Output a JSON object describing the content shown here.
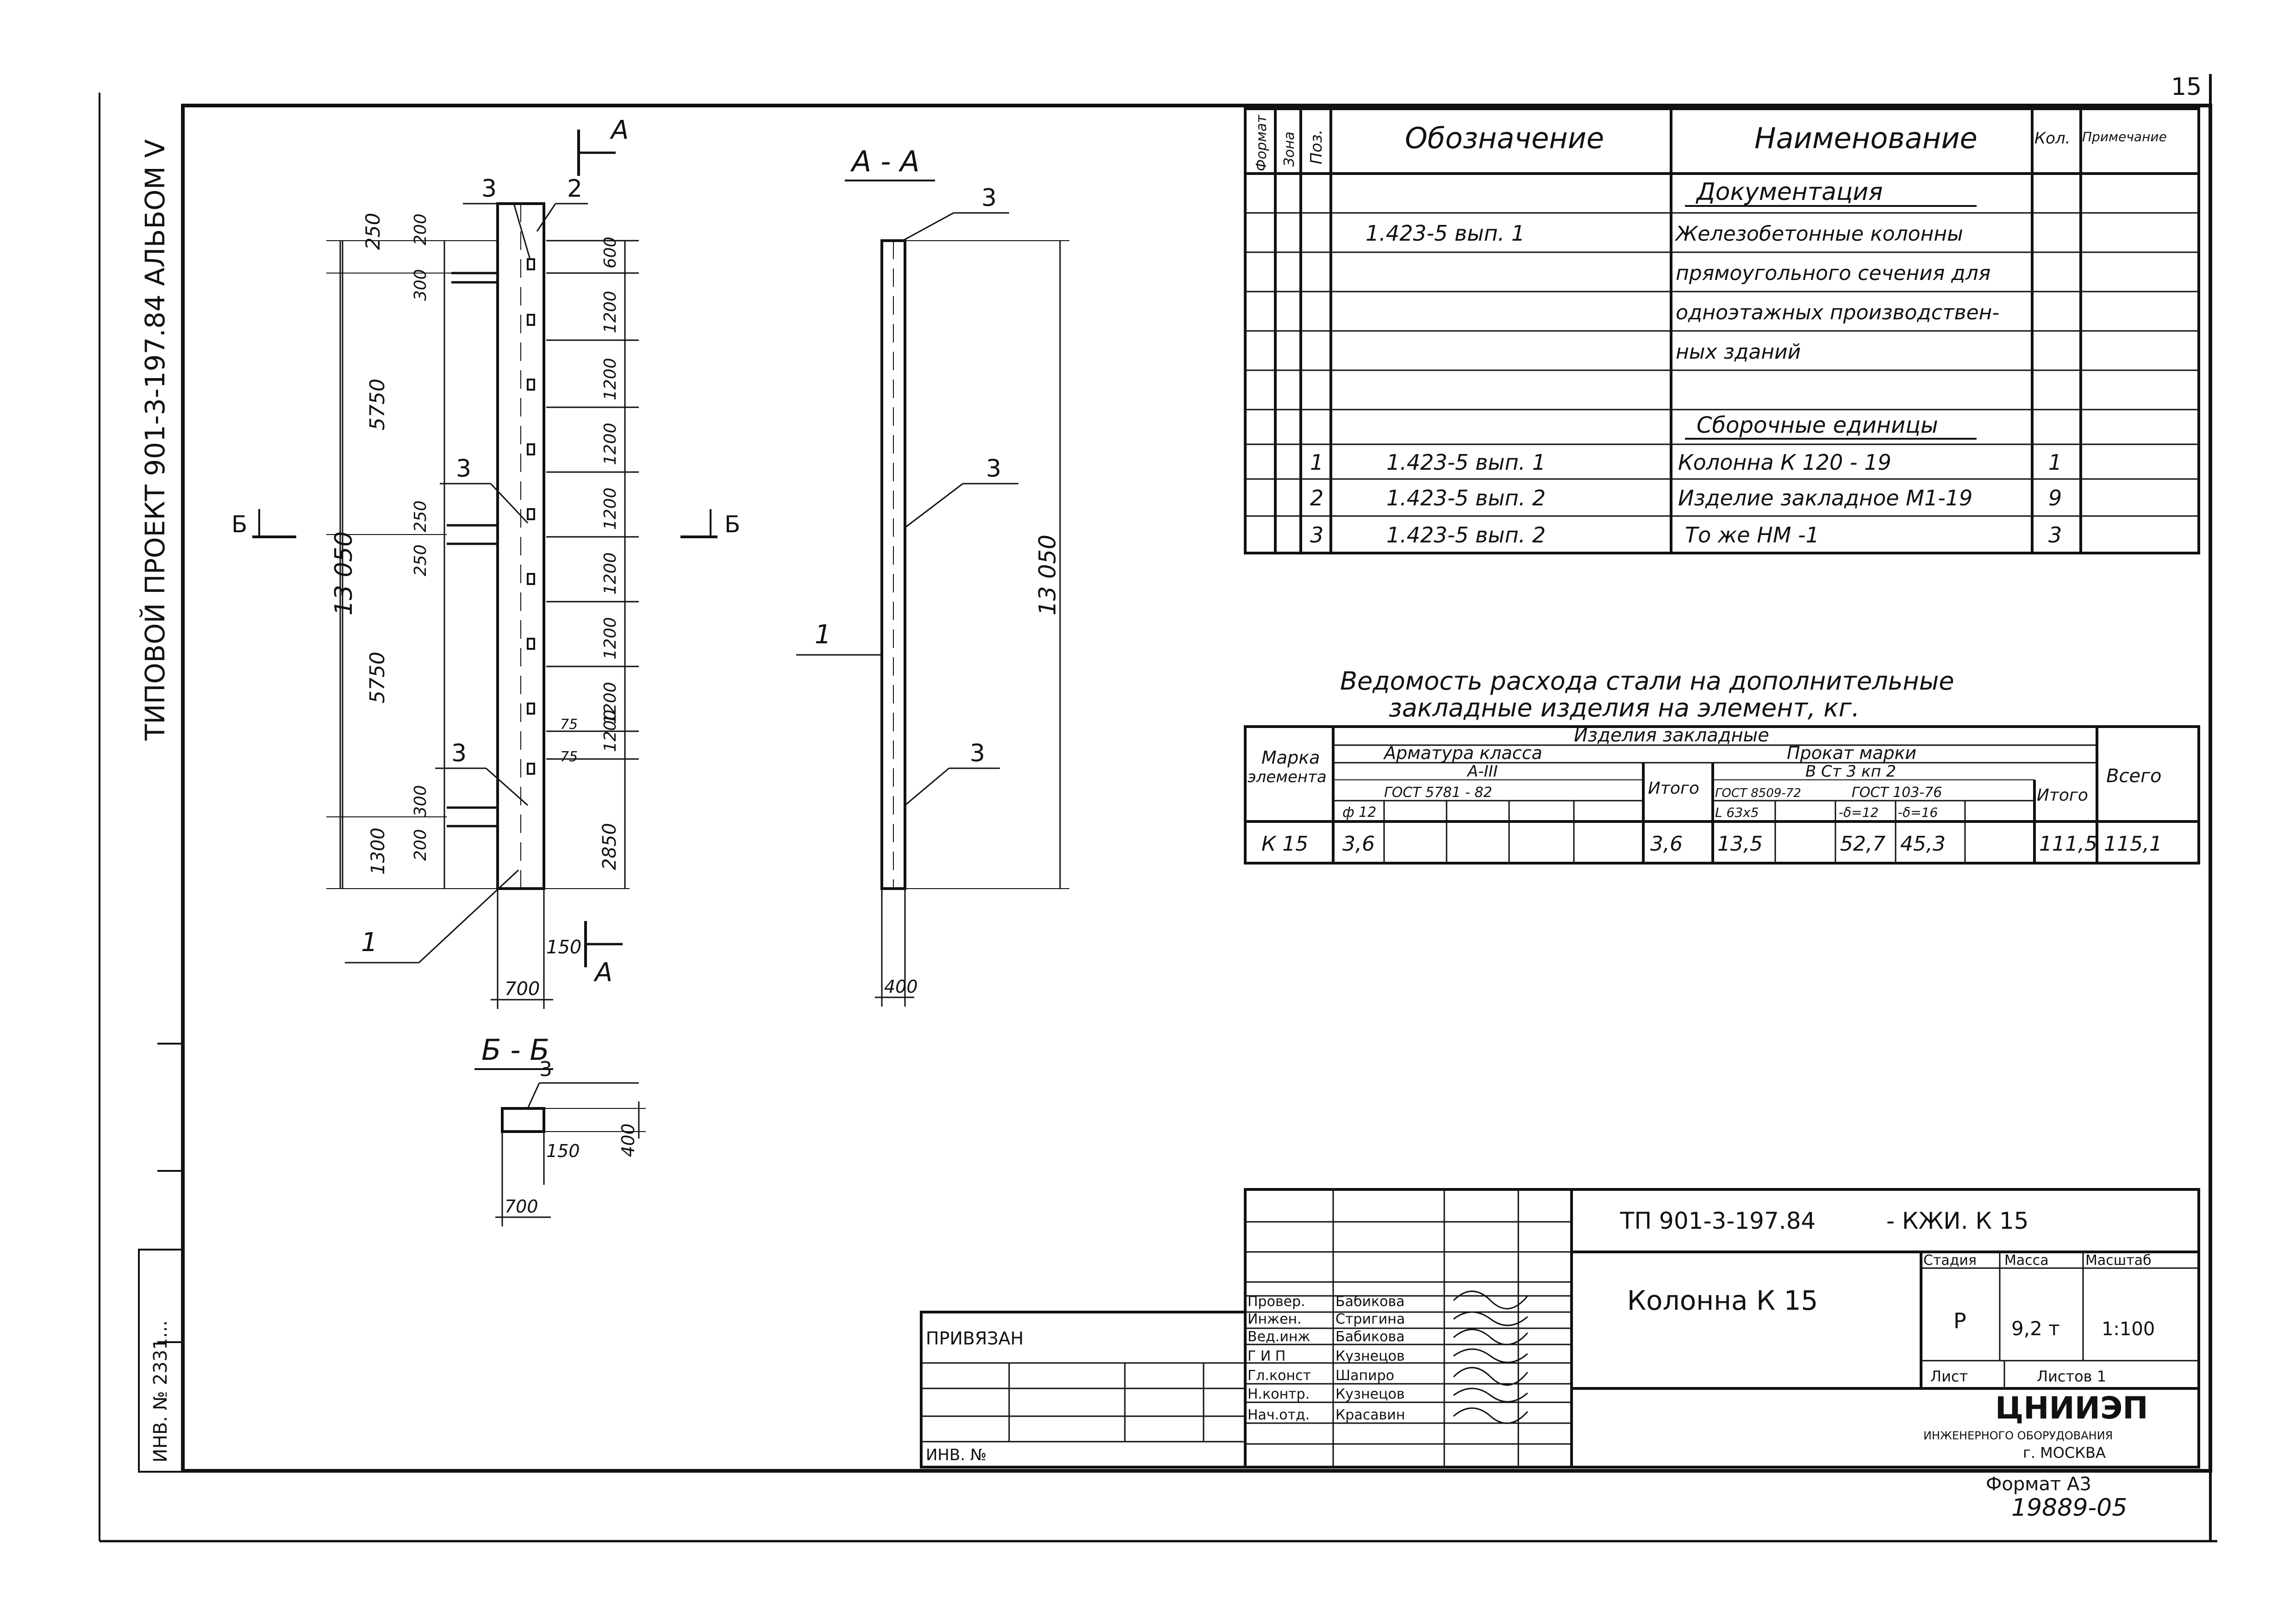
{
  "sheet": {
    "page_number": "15",
    "side_text": "ТИПОВОЙ   ПРОЕКТ 901-3-197.84 АЛЬБОМ  V",
    "inv_label": "ИНВ. № 2331..."
  },
  "drawing_main": {
    "section_mark_a": "А",
    "section_mark_b": "Б",
    "callout_1": "1",
    "callout_2": "2",
    "callout_3": "3",
    "dims_left": [
      "250",
      "5750",
      "5750",
      "1300"
    ],
    "dims_left_inner": [
      "200",
      "300",
      "250",
      "250",
      "300",
      "200"
    ],
    "dims_right": [
      "600",
      "1200",
      "1200",
      "1200",
      "1200",
      "1200",
      "1200",
      "1200",
      "1200",
      "2850"
    ],
    "dim_75a": "75",
    "dim_75b": "75",
    "dim_total": "13 050",
    "dim_150": "150",
    "dim_700": "700"
  },
  "section_aa": {
    "title": "А - А",
    "callout_1": "1",
    "callout_3": "3",
    "dim_total": "13 050",
    "dim_400": "400"
  },
  "section_bb": {
    "title": "Б - Б",
    "callout_3": "3",
    "dim_150": "150",
    "dim_400": "400",
    "dim_700": "700"
  },
  "spec_table": {
    "headers": {
      "format": "Формат",
      "zone": "Зона",
      "pos": "Поз.",
      "designation": "Обозначение",
      "name": "Наименование",
      "qty": "Кол.",
      "note": "Примечание"
    },
    "section_docs": "Документация",
    "doc_ref": "1.423-5   вып. 1",
    "doc_name_lines": [
      "Железобетонные колонны",
      "прямоугольного сечения для",
      "одноэтажных производствен-",
      "ных зданий"
    ],
    "section_assembly": "Сборочные единицы",
    "rows": [
      {
        "pos": "1",
        "designation": "1.423-5   вып. 1",
        "name": "Колонна        К 120 - 19",
        "qty": "1"
      },
      {
        "pos": "2",
        "designation": "1.423-5   вып. 2",
        "name": "Изделие закладное  М1-19",
        "qty": "9"
      },
      {
        "pos": "3",
        "designation": "1.423-5   вып. 2",
        "name": "То   же              НМ -1",
        "qty": "3"
      }
    ]
  },
  "steel_table": {
    "title_line1": "Ведомость расхода стали на дополнительные",
    "title_line2": "закладные изделия на элемент, кг.",
    "h_mark": "Марка",
    "h_element": "элемента",
    "h_items": "Изделия   закладные",
    "h_rebar": "Арматура   класса",
    "h_rebar_class": "А-III",
    "h_rebar_gost": "ГОСТ 5781 - 82",
    "h_rebar_dia": "ф 12",
    "h_itogo": "Итого",
    "h_rolled": "Прокат   марки",
    "h_rolled_steel": "В Ст 3  кп 2",
    "h_gost8509": "ГОСТ 8509-72",
    "h_angle": "L 63х5",
    "h_gost103": "ГОСТ 103-76",
    "h_d12": "-δ=12",
    "h_d16": "-δ=16",
    "h_total": "Всего",
    "row": {
      "mark": "К 15",
      "rebar_d12": "3,6",
      "rebar_itogo": "3,6",
      "angle": "13,5",
      "d12": "52,7",
      "d16": "45,3",
      "rolled_itogo": "111,5",
      "total": "115,1"
    }
  },
  "title_block": {
    "doc_code": "ТП 901-3-197.84",
    "doc_suffix": "- КЖИ.  К 15",
    "drawing_name": "Колонна   К 15",
    "stage_label": "Стадия",
    "mass_label": "Масса",
    "scale_label": "Масштаб",
    "stage_value": "Р",
    "mass_value": "9,2 т",
    "scale_value": "1:100",
    "sheet_label": "Лист",
    "sheets_label": "Листов  1",
    "org_name": "ЦНИИЭП",
    "org_sub1": "ИНЖЕНЕРНОГО ОБОРУДОВАНИЯ",
    "org_sub2": "г. МОСКВА",
    "bound_label": "ПРИВЯЗАН",
    "inv_no_label": "ИНВ. №",
    "signers": [
      {
        "role": "Провер.",
        "name": "Бабикова"
      },
      {
        "role": "Инжен.",
        "name": "Стригина"
      },
      {
        "role": "Вед.инж",
        "name": "Бабикова"
      },
      {
        "role": "Г И П",
        "name": "Кузнецов"
      },
      {
        "role": "Гл.конст",
        "name": "Шапиро"
      },
      {
        "role": "Н.контр.",
        "name": "Кузнецов"
      },
      {
        "role": "Нач.отд.",
        "name": "Красавин"
      }
    ]
  },
  "footer": {
    "format": "Формат  А3",
    "code": "19889-05"
  }
}
